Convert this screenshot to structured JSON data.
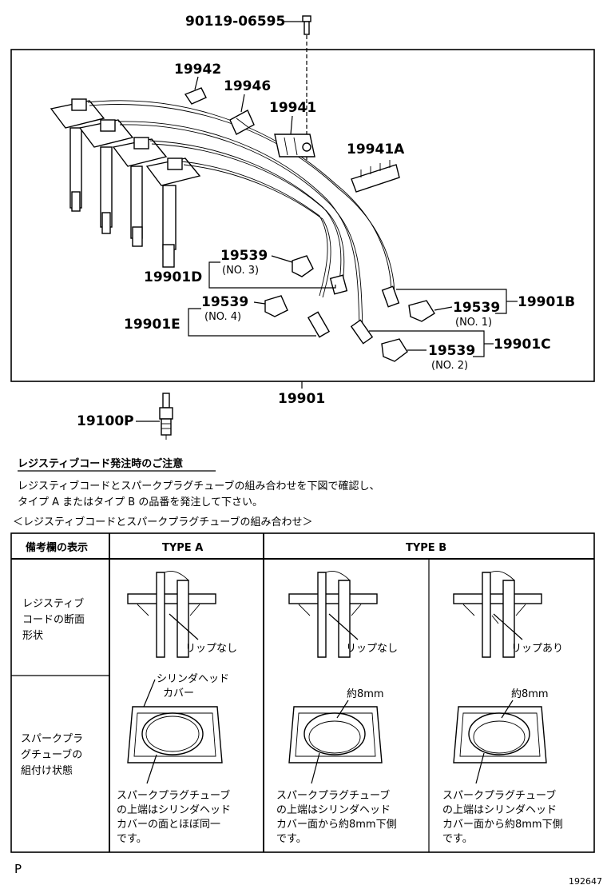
{
  "parts": {
    "bolt": "90119-06595",
    "clamp_a": "19942",
    "clamp_b": "19946",
    "clamp_c": "19941",
    "clamp_d": "19941A",
    "cap_no3": "19539",
    "cap_no3_tag": "(NO. 3)",
    "cord_d": "19901D",
    "cap_no4": "19539",
    "cap_no4_tag": "(NO. 4)",
    "cord_e": "19901E",
    "cap_no1": "19539",
    "cap_no1_tag": "(NO. 1)",
    "cord_b": "19901B",
    "cap_no2": "19539",
    "cap_no2_tag": "(NO. 2)",
    "cord_c": "19901C",
    "cord_set": "19901",
    "spark_plug": "19100P"
  },
  "note": {
    "heading": "レジスティブコード発注時のご注意",
    "line1": "レジスティブコードとスパークプラグチューブの組み合わせを下図で確認し、",
    "line2": "タイプ A またはタイプ B の品番を発注して下さい。",
    "table_title": "＜レジスティブコードとスパークプラグチューブの組み合わせ＞"
  },
  "table": {
    "col_label": "備考欄の表示",
    "type_a": "TYPE A",
    "type_b": "TYPE B",
    "row1_label": [
      "レジスティブ",
      "コードの断面",
      "形状"
    ],
    "row2_label": [
      "スパークプラ",
      "グチューブの",
      "組付け状態"
    ],
    "lip_none_1": "リップなし",
    "lip_none_2": "リップなし",
    "lip_yes": "リップあり",
    "head_cover": [
      "シリンダヘッド",
      "カバー"
    ],
    "approx_8mm_1": "約8mm",
    "approx_8mm_2": "約8mm",
    "caption_a": [
      "スパークプラグチューブ",
      "の上端はシリンダヘッド",
      "カバーの面とほぼ同一",
      "です。"
    ],
    "caption_b1": [
      "スパークプラグチューブ",
      "の上端はシリンダヘッド",
      "カバー面から約8mm下側",
      "です。"
    ],
    "caption_b2": [
      "スパークプラグチューブ",
      "の上端はシリンダヘッド",
      "カバー面から約8mm下側",
      "です。"
    ]
  },
  "footer": {
    "left_mark": "P",
    "figure_id": "192647"
  }
}
